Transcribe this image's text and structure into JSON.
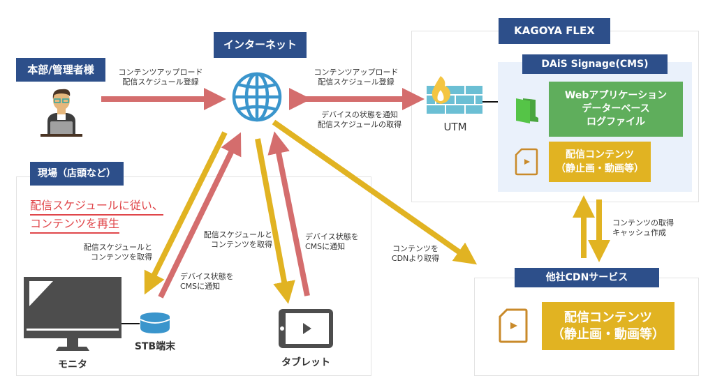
{
  "colors": {
    "tag_bg": "#2d4f8a",
    "request_arrow": "#d46d6d",
    "response_arrow": "#e1b322",
    "globe": "#3a95cc",
    "green_box": "#5fae5c",
    "yellow_box": "#e1b322",
    "cms_bg": "#eaf1fb",
    "highlight_text": "#e0464a"
  },
  "nodes": {
    "hq": {
      "tag": "本部/管理者様",
      "icon": "person-laptop-icon"
    },
    "internet": {
      "tag": "インターネット",
      "icon": "globe-icon"
    },
    "kagoya": {
      "tag": "KAGOYA FLEX"
    },
    "utm": {
      "label": "UTM",
      "icon": "firewall-icon"
    },
    "cms": {
      "tag": "DAiS Signage(CMS)",
      "app_box": {
        "line1": "Webアプリケーション",
        "line2": "データーベース",
        "line3": "ログファイル",
        "icon": "folder-icon"
      },
      "content_box": {
        "line1": "配信コンテンツ",
        "line2": "（静止画・動画等）",
        "icon": "video-file-icon"
      }
    },
    "site": {
      "tag": "現場（店頭など）",
      "note_line1": "配信スケジュールに従い、",
      "note_line2": "コンテンツを再生",
      "monitor": {
        "label": "モニタ",
        "icon": "monitor-icon"
      },
      "stb": {
        "label": "STB端末",
        "icon": "stb-icon"
      },
      "tablet": {
        "label": "タブレット",
        "icon": "tablet-icon"
      }
    },
    "cdn": {
      "tag": "他社CDNサービス",
      "content_box": {
        "line1": "配信コンテンツ",
        "line2": "（静止画・動画等）",
        "icon": "video-file-icon"
      }
    }
  },
  "flows": {
    "hq_to_internet": {
      "line1": "コンテンツアップロード",
      "line2": "配信スケジュール登録"
    },
    "internet_utm_upper": {
      "line1": "コンテンツアップロード",
      "line2": "配信スケジュール登録"
    },
    "internet_utm_lower": {
      "line1": "デバイスの状態を通知",
      "line2": "配信スケジュールの取得"
    },
    "stb_get": {
      "line1": "配信スケジュールと",
      "line2": "コンテンツを取得"
    },
    "stb_notify": {
      "line1": "デバイス状態を",
      "line2": "CMSに通知"
    },
    "tablet_get": {
      "line1": "配信スケジュールと",
      "line2": "コンテンツを取得"
    },
    "tablet_notify": {
      "line1": "デバイス状態を",
      "line2": "CMSに通知"
    },
    "cdn_get": {
      "line1": "コンテンツを",
      "line2": "CDNより取得"
    },
    "cms_cdn": {
      "line1": "コンテンツの取得",
      "line2": "キャッシュ作成"
    }
  }
}
